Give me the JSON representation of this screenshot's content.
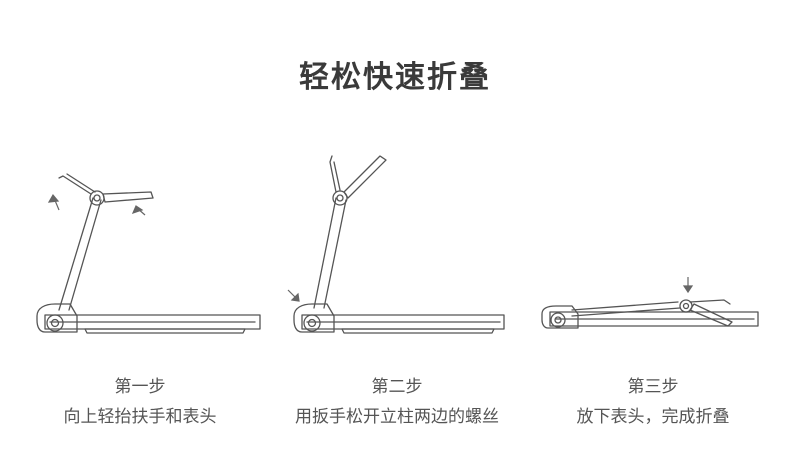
{
  "title": "轻松快速折叠",
  "steps": [
    {
      "title": "第一步",
      "desc": "向上轻抬扶手和表头"
    },
    {
      "title": "第二步",
      "desc": "用扳手松开立柱两边的螺丝"
    },
    {
      "title": "第三步",
      "desc": "放下表头，完成折叠"
    }
  ]
}
